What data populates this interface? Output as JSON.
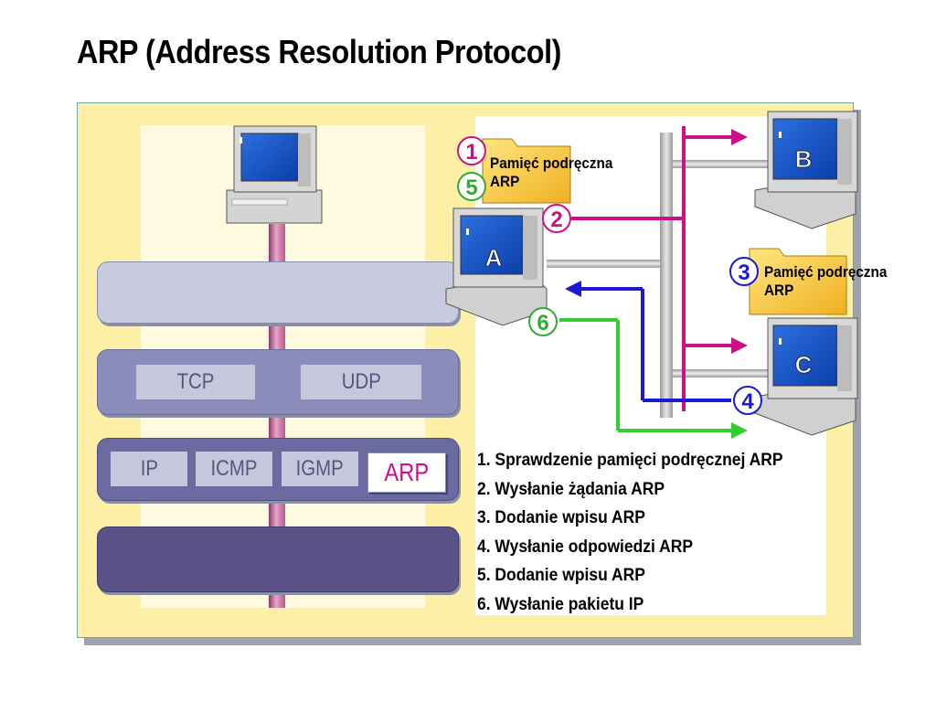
{
  "title": "ARP (Address Resolution Protocol)",
  "protocols": {
    "layer2": [
      "TCP",
      "UDP"
    ],
    "layer3": [
      "IP",
      "ICMP",
      "IGMP"
    ],
    "highlight": "ARP"
  },
  "hosts": {
    "a": "A",
    "b": "B",
    "c": "C"
  },
  "cache_a": {
    "line1": "Pamięć podręczna",
    "line2": "ARP"
  },
  "cache_c": {
    "line1": "Pamięć podręczna",
    "line2": "ARP"
  },
  "badges": {
    "b1": "1",
    "b2": "2",
    "b3": "3",
    "b4": "4",
    "b5": "5",
    "b6": "6"
  },
  "steps": [
    "1. Sprawdzenie pamięci podręcznej ARP",
    "2. Wysłanie żądania ARP",
    "3. Dodanie wpisu ARP",
    "4. Wysłanie odpowiedzi ARP",
    "5. Dodanie wpisu ARP",
    "6. Wysłanie pakietu IP"
  ],
  "colors": {
    "request": "#cc1188",
    "reply": "#1a1ad4",
    "packet": "#33cc33",
    "step1": "#cc1188",
    "step5": "#33aa33",
    "step3": "#1a1ad4"
  }
}
